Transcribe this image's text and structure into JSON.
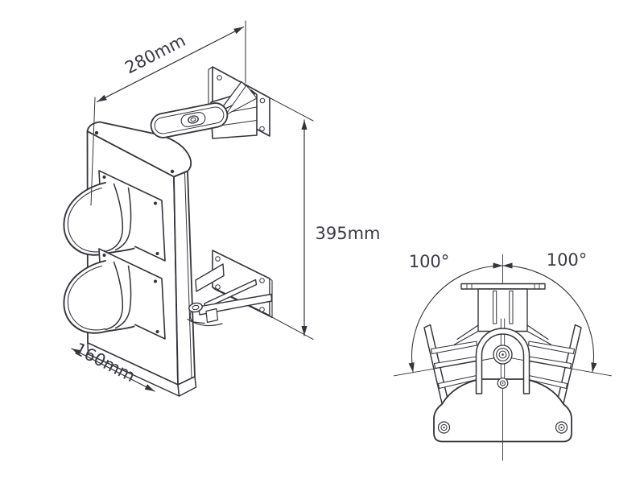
{
  "figure": {
    "type": "technical-drawing",
    "subject": "wall-mounted two-aspect signal head with mounting bracket",
    "views": {
      "isometric": {
        "dimensions": {
          "width": "280mm",
          "height": "395mm",
          "depth": "160mm"
        }
      },
      "top_rotation": {
        "left_angle": "100°",
        "right_angle": "100°"
      }
    },
    "colors": {
      "line": "#34353a",
      "text": "#3a3b42",
      "background": "#ffffff"
    }
  }
}
